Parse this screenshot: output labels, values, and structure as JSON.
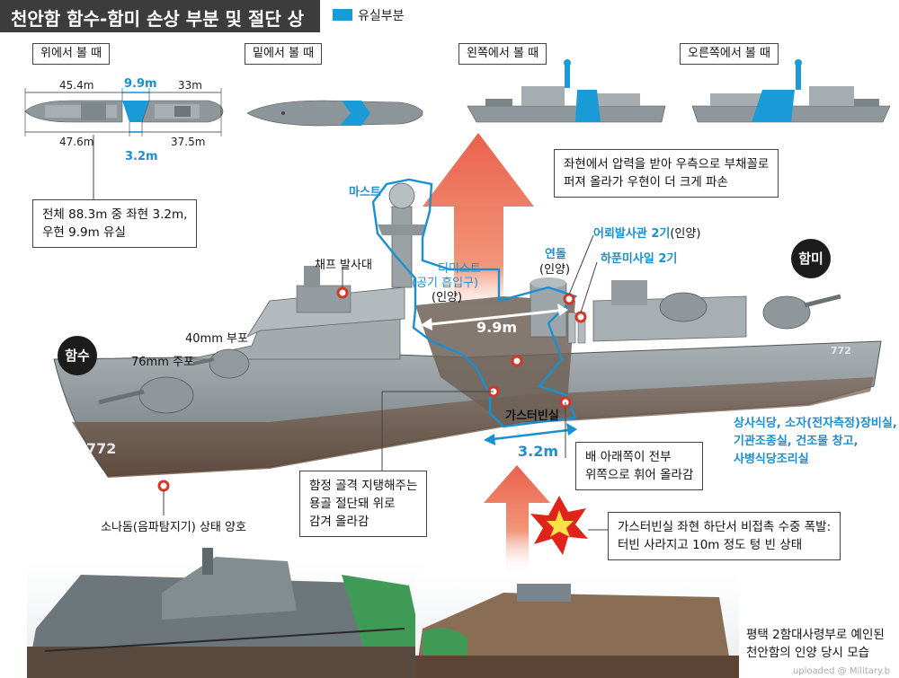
{
  "title": "천안함 함수-함미 손상 부분 및 절단 상태",
  "legend": {
    "label": "유실부분",
    "color": "#1a9ad6"
  },
  "views": {
    "top": "위에서 볼 때",
    "bottom": "밑에서 볼 때",
    "left": "왼쪽에서 볼 때",
    "right": "오른쪽에서 볼 때"
  },
  "dimensions": {
    "d1": "45.4m",
    "d2": "9.9m",
    "d3": "33m",
    "d4": "47.6m",
    "d5": "37.5m",
    "d6": "3.2m"
  },
  "boxes": {
    "loss_line1": "전체 88.3m 중 좌현 3.2m,",
    "loss_line2": "우현 9.9m 유실",
    "pressure_line1": "좌현에서 압력을 받아 우측으로 부채꼴로",
    "pressure_line2": "퍼져 올라가 우현이 더 크게 파손",
    "keel_line1": "함정 골격 지탱해주는",
    "keel_line2": "용골 절단돼 위로",
    "keel_line3": "감겨 올라감",
    "bottom_line1": "배 아래쪽이 전부",
    "bottom_line2": "위쪽으로 휘어 올라감",
    "explosion_line1": "가스터빈실 좌현 하단서 비접촉 수중 폭발:",
    "explosion_line2": "터빈 사라지고 10m 정도 텅 빈 상태"
  },
  "labels": {
    "mast": "마스트",
    "chaff": "채프 발사대",
    "demist_1": "디미스트",
    "demist_2": "(공기 흡입구)",
    "demist_3": "(인양)",
    "funnel_1": "연돌",
    "funnel_2": "(인양)",
    "torpedo_1": "어뢰발사관 2기",
    "torpedo_2": "(인양)",
    "harpoon": "하푼미사일 2기",
    "gun40": "40mm 부포",
    "gun76": "76mm 주포",
    "bow": "함수",
    "stern": "함미",
    "gasturbine": "가스터빈실",
    "width99": "9.9m",
    "width32": "3.2m",
    "sonar": "소나돔(음파탐지기)  상태 양호",
    "hull_number": "772",
    "hull_number_stern": "772",
    "rooms_1": "상사식당, 소자(전자측정)장비실,",
    "rooms_2": "기관조종실, 건조물 창고,",
    "rooms_3": "사병식당조리실"
  },
  "photo_caption": {
    "line1": "평택 2함대사령부로 예인된",
    "line2": "천안함의 인양 당시 모습"
  },
  "credit": "uploaded @ Military.b",
  "colors": {
    "loss": "#1a9ad6",
    "arrow": "#e8503a",
    "hull": "#8f989c",
    "hull_dark": "#5d6669",
    "rust": "#8a5a3e",
    "accent_blue": "#1a90d0"
  }
}
